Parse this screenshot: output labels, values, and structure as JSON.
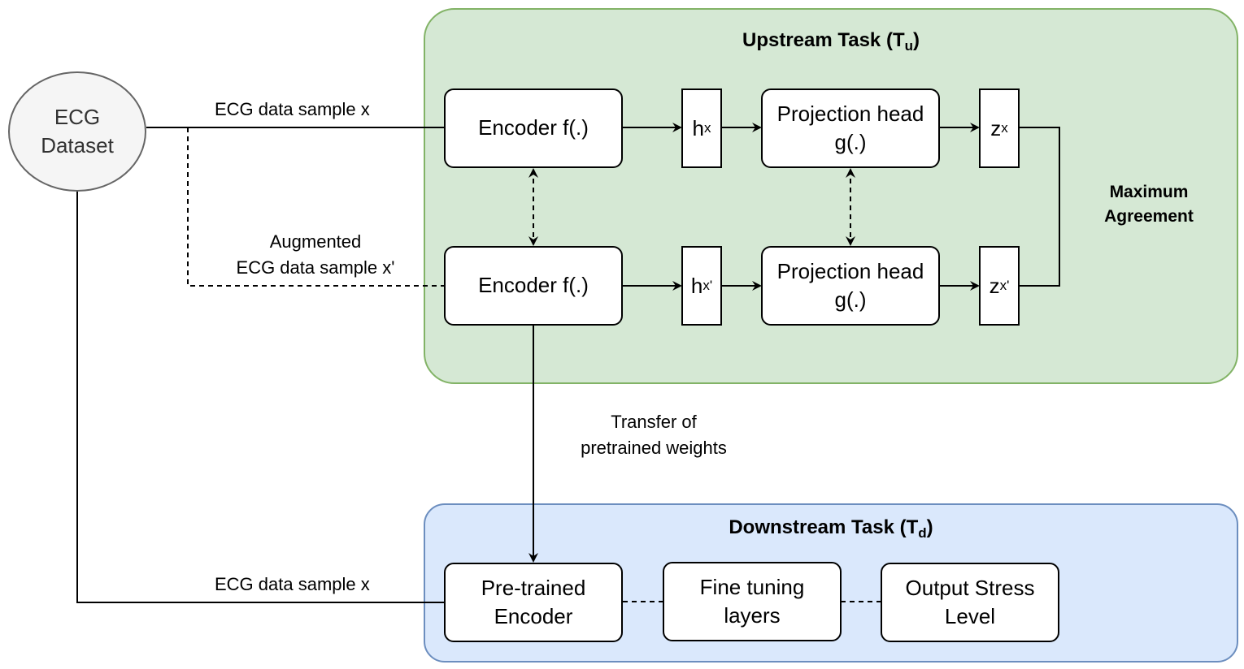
{
  "dataset": {
    "label_line1": "ECG",
    "label_line2": "Dataset"
  },
  "upstream": {
    "title": "Upstream Task (T",
    "title_sub": "u",
    "title_end": ")",
    "encoder_top": "Encoder f(.)",
    "encoder_bottom": "Encoder f(.)",
    "h_top": "h",
    "h_top_sub": "x",
    "h_bottom": "h",
    "h_bottom_sub": "x'",
    "proj_top_line1": "Projection head",
    "proj_top_line2": "g(.)",
    "proj_bottom_line1": "Projection head",
    "proj_bottom_line2": "g(.)",
    "z_top": "z",
    "z_top_sub": "x",
    "z_bottom": "z",
    "z_bottom_sub": "x'",
    "agreement_line1": "Maximum",
    "agreement_line2": "Agreement"
  },
  "downstream": {
    "title": "Downstream Task (T",
    "title_sub": "d",
    "title_end": ")",
    "pretrained_line1": "Pre-trained",
    "pretrained_line2": "Encoder",
    "finetune_line1": "Fine tuning",
    "finetune_line2": "layers",
    "output_line1": "Output Stress",
    "output_line2": "Level"
  },
  "edges": {
    "sample_top": "ECG data sample x",
    "augmented_line1": "Augmented",
    "augmented_line2": "ECG data sample x'",
    "transfer_line1": "Transfer of",
    "transfer_line2": "pretrained weights",
    "sample_bottom": "ECG data sample x"
  }
}
